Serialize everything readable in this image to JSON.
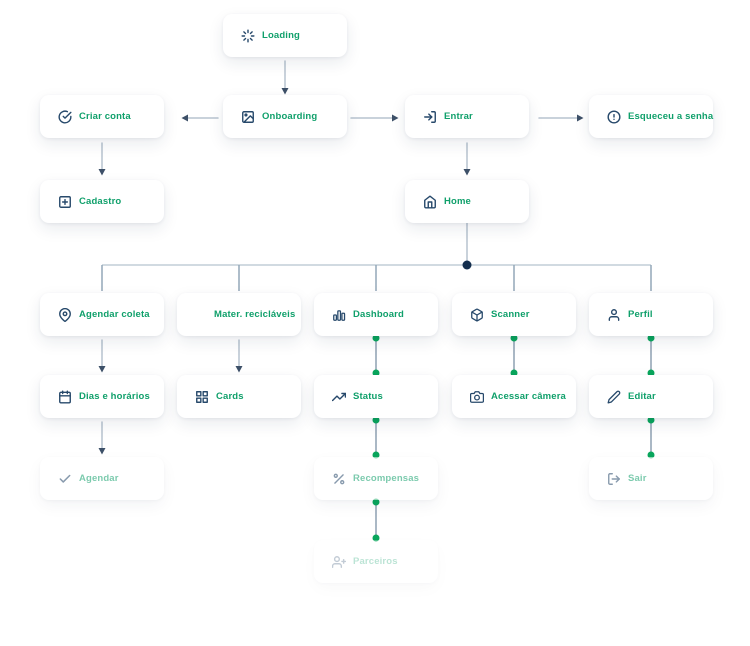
{
  "canvas": {
    "background": "#ffffff",
    "type": "user-flow-diagram"
  },
  "colors": {
    "label_green": "#10a06b",
    "icon_navy": "#27496b",
    "connector_line": "#b7c3cf",
    "junction_line": "#c2cdd7",
    "branch_drop_line": "#93a7b8",
    "arrowhead_navy": "#3d5068",
    "junction_dot_navy": "#132e4d",
    "connector_dot_green": "#09a65c",
    "card_background": "#ffffff"
  },
  "nodes": [
    {
      "label": "Loading",
      "icon": "loader-icon"
    },
    {
      "label": "Criar conta",
      "icon": "check-circle-icon"
    },
    {
      "label": "Onboarding",
      "icon": "image-icon"
    },
    {
      "label": "Entrar",
      "icon": "log-in-icon"
    },
    {
      "label": "Esqueceu a senha",
      "icon": "alert-circle-icon"
    },
    {
      "label": "Cadastro",
      "icon": "plus-square-icon"
    },
    {
      "label": "Home",
      "icon": "home-icon"
    },
    {
      "label": "Agendar coleta",
      "icon": "map-pin-icon"
    },
    {
      "label": "Mater. recicláveis",
      "icon": null
    },
    {
      "label": "Dashboard",
      "icon": "bar-chart-icon"
    },
    {
      "label": "Scanner",
      "icon": "package-icon"
    },
    {
      "label": "Perfil",
      "icon": "user-icon"
    },
    {
      "label": "Dias e horários",
      "icon": "calendar-icon"
    },
    {
      "label": "Cards",
      "icon": "grid-icon"
    },
    {
      "label": "Status",
      "icon": "trending-up-icon"
    },
    {
      "label": "Acessar câmera",
      "icon": "camera-icon"
    },
    {
      "label": "Editar",
      "icon": "edit-icon"
    },
    {
      "label": "Agendar",
      "icon": "check-icon",
      "state": "faded"
    },
    {
      "label": "Recompensas",
      "icon": "percent-icon",
      "state": "faded"
    },
    {
      "label": "Sair",
      "icon": "log-out-icon",
      "state": "faded"
    },
    {
      "label": "Parceiros",
      "icon": "user-plus-icon",
      "state": "ghost"
    }
  ]
}
